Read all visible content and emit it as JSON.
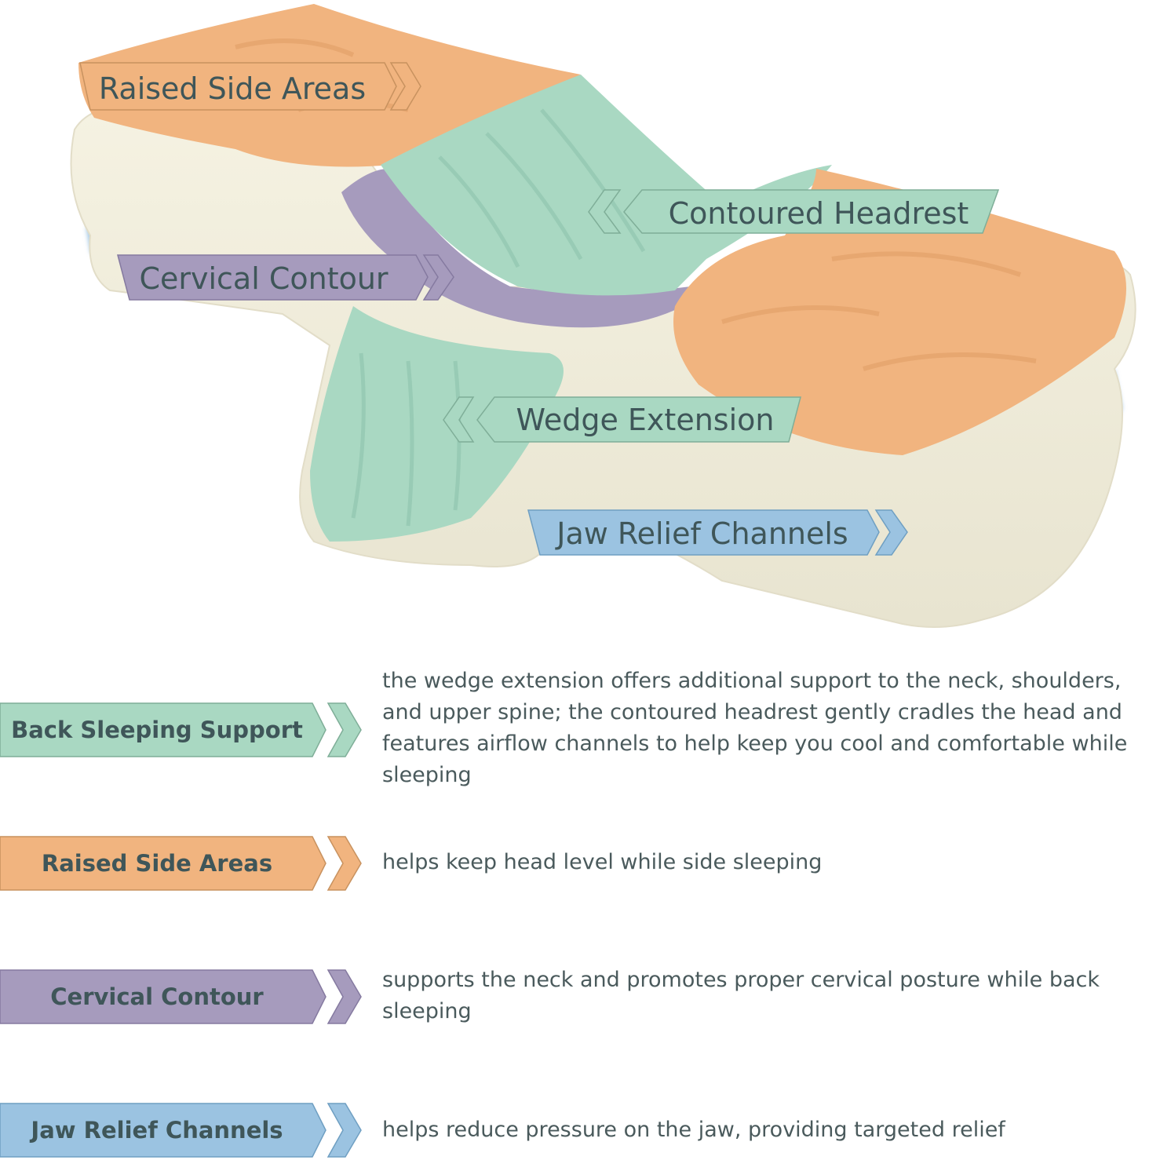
{
  "colors": {
    "orange": "#f1b47f",
    "green": "#a9d8c2",
    "purple": "#a69bbd",
    "blue": "#9bc3e1",
    "foam": "#f1eedc",
    "text": "#3f5659"
  },
  "diagram_labels": {
    "raised_side_areas": "Raised Side Areas",
    "contoured_headrest": "Contoured Headrest",
    "cervical_contour": "Cervical Contour",
    "wedge_extension": "Wedge Extension",
    "jaw_relief_channels": "Jaw Relief Channels"
  },
  "legend": [
    {
      "label": "Back Sleeping Support",
      "color": "#a9d8c2",
      "description": "the wedge extension offers additional support to the neck, shoulders, and upper spine; the contoured headrest gently cradles the head and features airflow channels to help keep you cool and comfortable while sleeping"
    },
    {
      "label": "Raised Side Areas",
      "color": "#f1b47f",
      "description": "helps keep head level while side sleeping"
    },
    {
      "label": "Cervical Contour",
      "color": "#a69bbd",
      "description": "supports the neck and promotes proper cervical posture while back sleeping"
    },
    {
      "label": "Jaw Relief Channels",
      "color": "#9bc3e1",
      "description": "helps reduce pressure on the jaw, providing targeted relief"
    }
  ]
}
